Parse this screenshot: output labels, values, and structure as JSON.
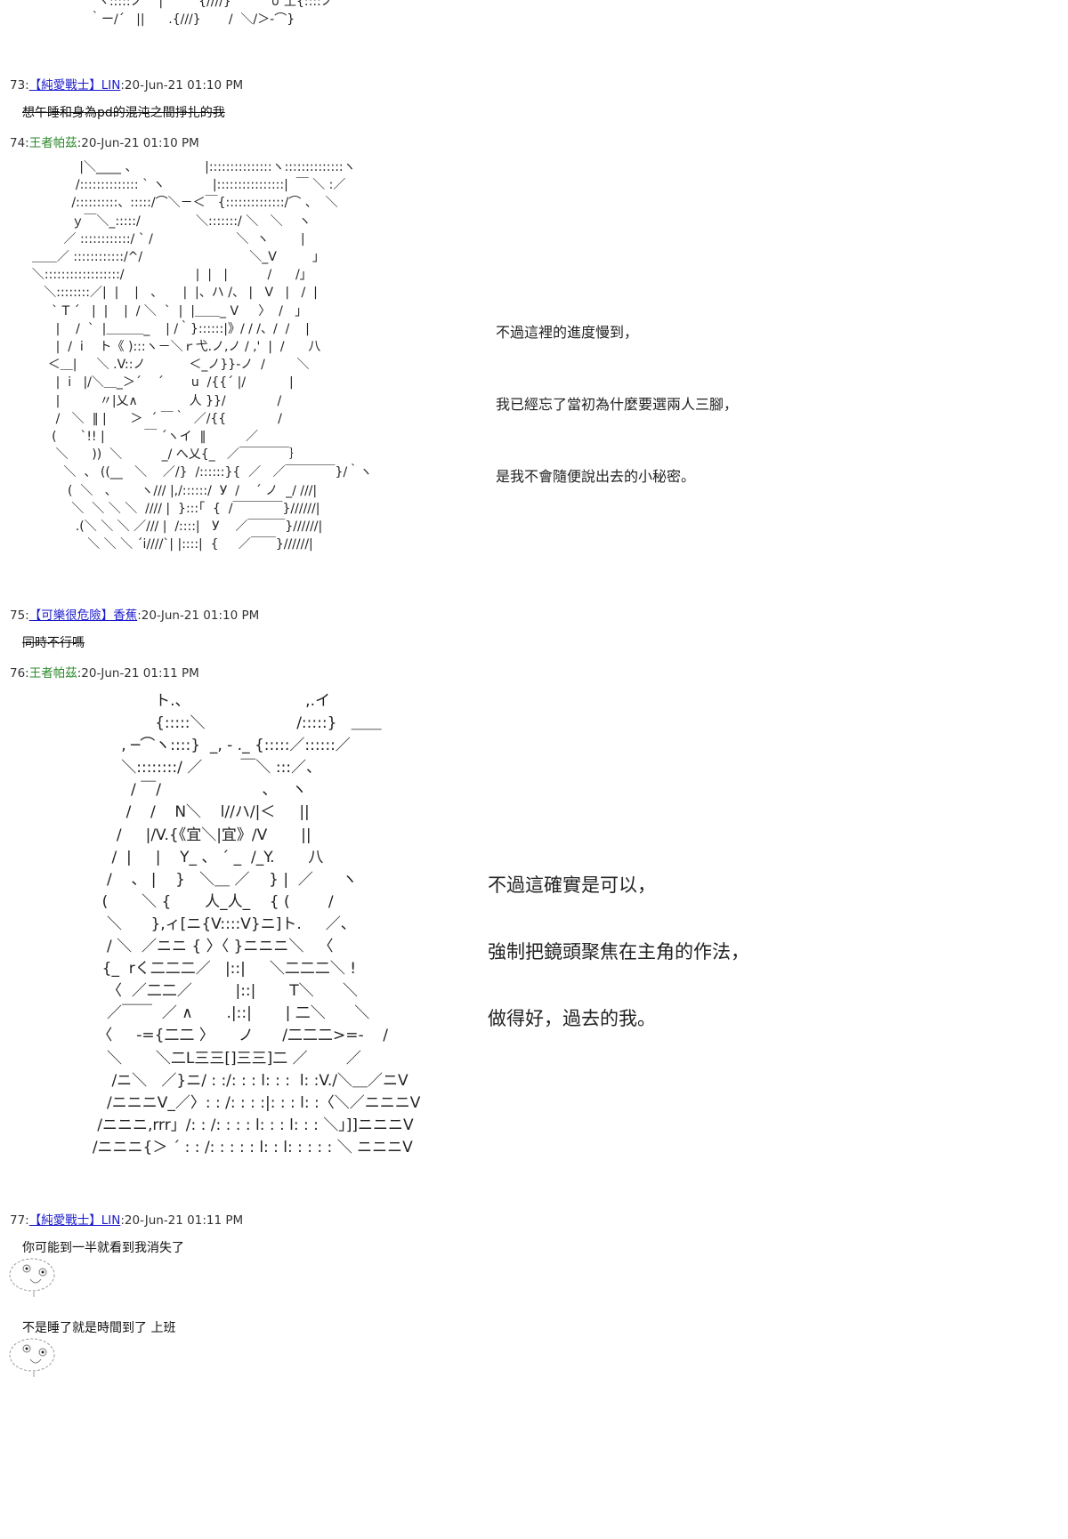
{
  "top_art": [
    "           ヽ:::::ノ    |         {////}          ∪ 土{::::ノ",
    "         ｀ー/´   ||      .{///}       /  ＼/＞-⌒}"
  ],
  "posts": [
    {
      "num": "73:",
      "tag": "【純愛戰士】LIN",
      "sep": ":",
      "time": "20-Jun-21 01:10 PM",
      "text": "想午睡和身為pd的混沌之間掙扎的我"
    },
    {
      "num": "74:",
      "name": "王者帕茲",
      "sep": ":",
      "time": "20-Jun-21 01:10 PM",
      "art": [
        "              |＼____ 、                 |:::::::::::::::ヽ::::::::::::::ヽ",
        "             /:::::::::::::: ` ヽ            |::::::::::::::::|  ￣ ＼ :／",
        "            /::::::::::、:::::/⌒＼－＜￣{::::::::::::::/⌒ 、  ＼",
        "            ｙ￣＼_:::::/              ＼:::::::/ ＼   ＼    ヽ",
        "          ／ ::::::::::::/ ` /                     ＼  ヽ        |",
        "  ＿＿／ ::::::::::::/^/                           ＼_V         」",
        "  ＼::::::::::::::::::/                  |  |   |          /      /」",
        "     ＼::::::::／|  |    |   、     |  |、ハ /、 |   V   |   /  |",
        "       ` T ´   |  |    |  / ＼  `  |  |＿＿_ V     〉  /   」",
        "        |    /  `  |＿＿＿_    | /｀}::::::|》/ / /、/  /    |",
        "        |  /  i    ト《 ):::ヽ－＼ｒ弋.ノ,ノ / ,'  |  /      八",
        "      ＜＿|     ＼ .V::ノ           ＜_ノ}}-ノ  /        ＼",
        "        |  i   |/＼＿_＞´    ´       u  /{{´ |/           |",
        "        |          〃|乂∧             人 }}/             /",
        "        /   ＼  ‖ |      ＞  ´ ￣｀  ／/{{             /",
        "       (      `!! |          ￣ ´ヽイ  ‖          ／",
        "        ＼      ))  ＼          _/ へ乂{_   ／￣￣￣￣｝",
        "          ＼  、 ((__   ＼    ／/}  /::::::}{  ／   ／￣￣￣￣}/｀ヽ",
        "           (  ＼   、      ヽ/// |,/::::::/  У  /    ´ ノ  _/ ///|",
        "            ＼  ＼ ＼ ＼  //// |  }:::｢  {  /￣￣￣￣}//////|",
        "             .(＼ ＼ ＼ ／/// |  /::::|   У    ／￣￣￣}//////|",
        "                ＼ ＼ ＼ ´i////`| |::::|  {     ／￣￣}//////|"
      ],
      "lines": [
        "不過這裡的進度慢到，",
        "我已經忘了當初為什麼要選兩人三腳，",
        "是我不會隨便說出去的小秘密。"
      ]
    },
    {
      "num": "75:",
      "tag": "【可樂很危險】香蕉",
      "sep": ":",
      "time": "20-Jun-21 01:10 PM",
      "text": "同時不行嗎"
    },
    {
      "num": "76:",
      "name": "王者帕茲",
      "sep": ":",
      "time": "20-Jun-21 01:11 PM",
      "art": [
        "                    ト.、                        ,.イ",
        "                    {:::::＼                   /:::::}   ＿＿",
        "             , ─⌒ヽ::::}  _, - ._ {:::::／::::::／",
        "             ＼::::::::/ ／        ￣＼ :::／、",
        "               / ￣/                     、   ヽ",
        "              /    /    N＼    l//ハ/|＜     ||",
        "            /     |/V.{《宜＼|宜》/V       ||",
        "           /  |     |    Y_ 、 ´ _  /_Y.       八",
        "          /    、 |    }   ＼＿ ／    } |  ／      ヽ",
        "         (       ＼ {       人_人_    { (        /",
        "          ＼      },ィ[ニ{V::::V}ニ]ト.     ／、",
        "          / ＼  ／ニニ { 〉〈 }ニニニ＼   〈",
        "         {_  rく二二二／   |::|     ＼二二二＼ !",
        "          〈  ／二二／         |::|       T＼      ＼",
        "          ／￣￣  ／ ∧       .|::|       | 二＼      ＼",
        "        〈     -={二二 〉     ノ      /二二二>=-    /",
        "          ＼       ＼二L三三[]三三]二 ／        ／",
        "           /ニ＼   ／}ニ/ : :/: : : l: : :  l: :V./＼＿／ニV",
        "          /ニニニV_／〉: : /: : : :|: : : l: :〈＼／ニニニV",
        "        /ニニニ,rrr」/: : /: : : : l: : : l: : : ＼」]]ニニニV",
        "       /ニニニ{＞ ´ : : /: : : : : l: : l: : : : : ＼ ニニニV"
      ],
      "lines": [
        "不過這確實是可以，",
        "強制把鏡頭聚焦在主角的作法，",
        "做得好，過去的我。"
      ]
    },
    {
      "num": "77:",
      "tag": "【純愛戰士】LIN",
      "sep": ":",
      "time": "20-Jun-21 01:11 PM",
      "text": "你可能到一半就看到我消失了",
      "text2": "不是睡了就是時間到了 上班"
    }
  ]
}
